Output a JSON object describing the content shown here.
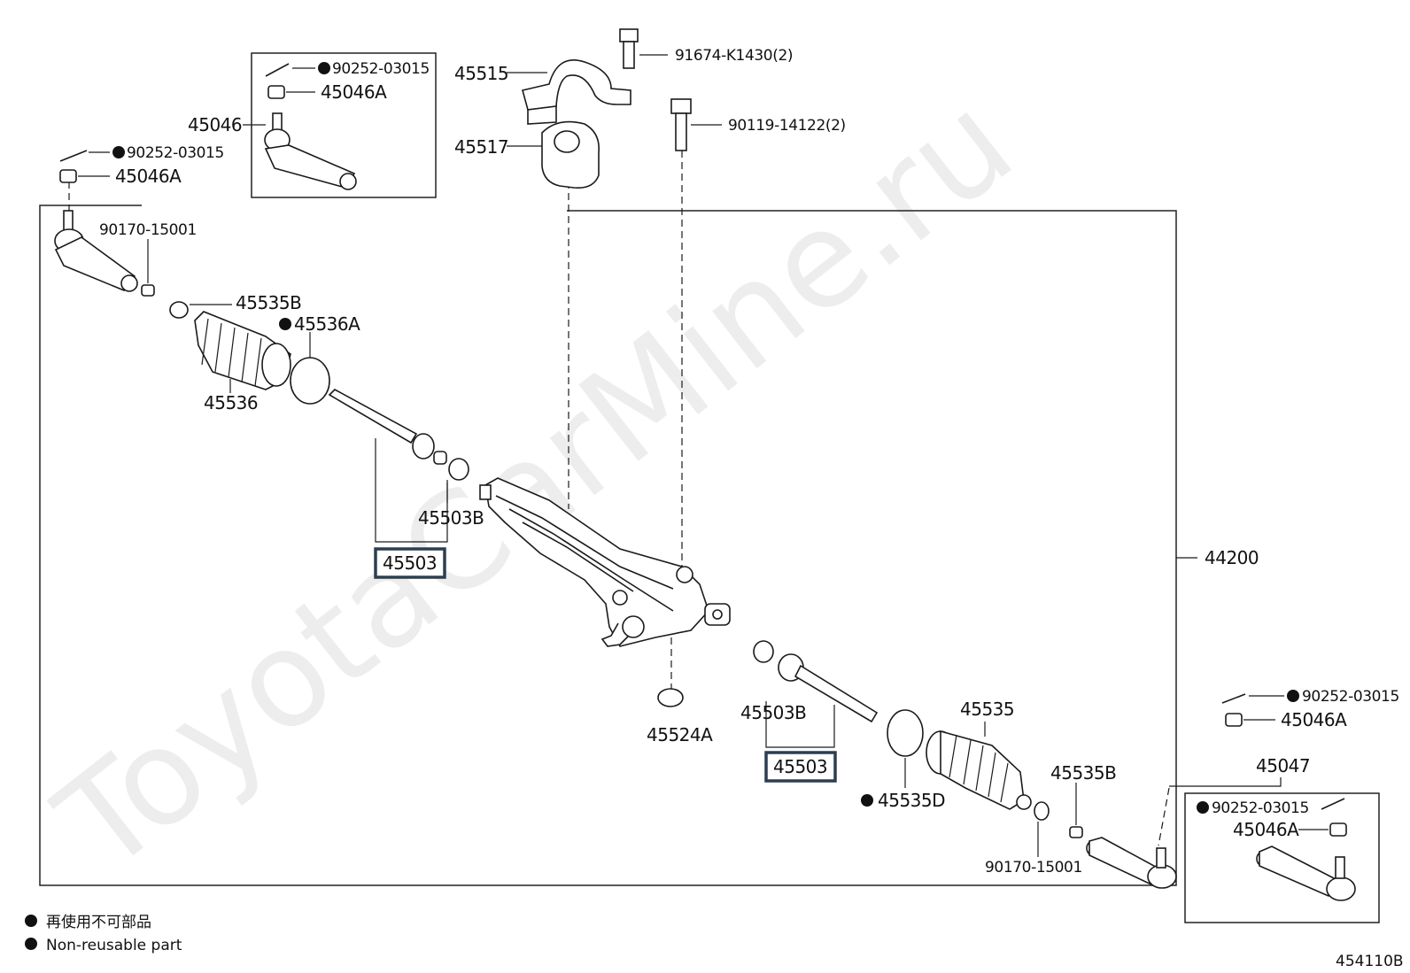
{
  "watermark": "ToyotaCarMine.ru",
  "diagram_code": "454110B",
  "legend": {
    "jp": "再使用不可部品",
    "en": "Non-reusable part"
  },
  "labels": {
    "p45515": "45515",
    "p45517": "45517",
    "p91674": "91674-K1430(2)",
    "p90119": "90119-14122(2)",
    "p45046": "45046",
    "p45046A_inset": "45046A",
    "p90252_inset": "90252-03015",
    "p90252_left": "90252-03015",
    "p45046A_left": "45046A",
    "p90170_left": "90170-15001",
    "p45535B_left": "45535B",
    "p45536A": "45536A",
    "p45536": "45536",
    "p45503B_left": "45503B",
    "p45503_left": "45503",
    "p44200": "44200",
    "p45524A": "45524A",
    "p45503B_right": "45503B",
    "p45503_right": "45503",
    "p45535": "45535",
    "p45535D": "45535D",
    "p45535B_right": "45535B",
    "p90170_right": "90170-15001",
    "p90252_right": "90252-03015",
    "p45046A_right": "45046A",
    "p45047": "45047",
    "p90252_inset2": "90252-03015",
    "p45046A_inset2": "45046A"
  }
}
